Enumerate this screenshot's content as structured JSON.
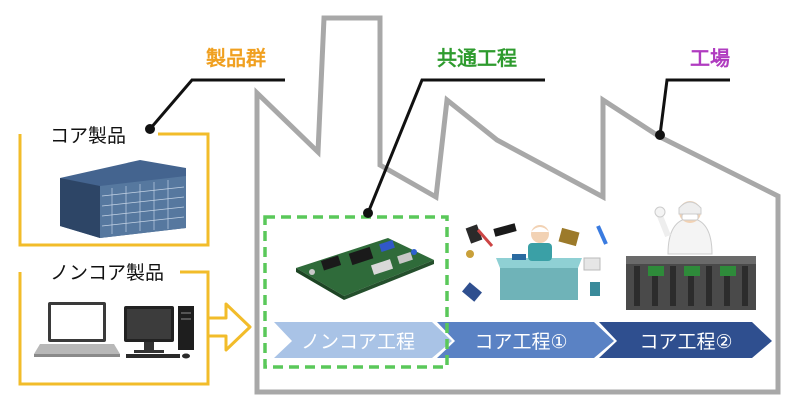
{
  "labels": {
    "product_group": "製品群",
    "common_process": "共通工程",
    "factory": "工場",
    "core_product": "コア製品",
    "noncore_product": "ノンコア製品"
  },
  "process_steps": [
    {
      "label": "ノンコア工程",
      "color": "#a9c3e6",
      "text_color": "#ffffff"
    },
    {
      "label": "コア工程①",
      "color": "#5a82c4",
      "text_color": "#ffffff"
    },
    {
      "label": "コア工程②",
      "color": "#2f4f8f",
      "text_color": "#ffffff"
    }
  ],
  "colors": {
    "product_group": "#f0a020",
    "common_process": "#2e9b2e",
    "factory": "#b03cc0",
    "bracket": "#f2bc2a",
    "factory_outline": "#a8a8a8",
    "dashed_box": "#5ac85a",
    "callout_line": "#111111"
  },
  "icons": {
    "server": "server-rack-icon",
    "laptop": "laptop-icon",
    "desktop": "desktop-pc-icon",
    "circuit_board": "circuit-board-icon",
    "worker": "assembly-worker-icon",
    "conveyor": "conveyor-line-icon"
  }
}
